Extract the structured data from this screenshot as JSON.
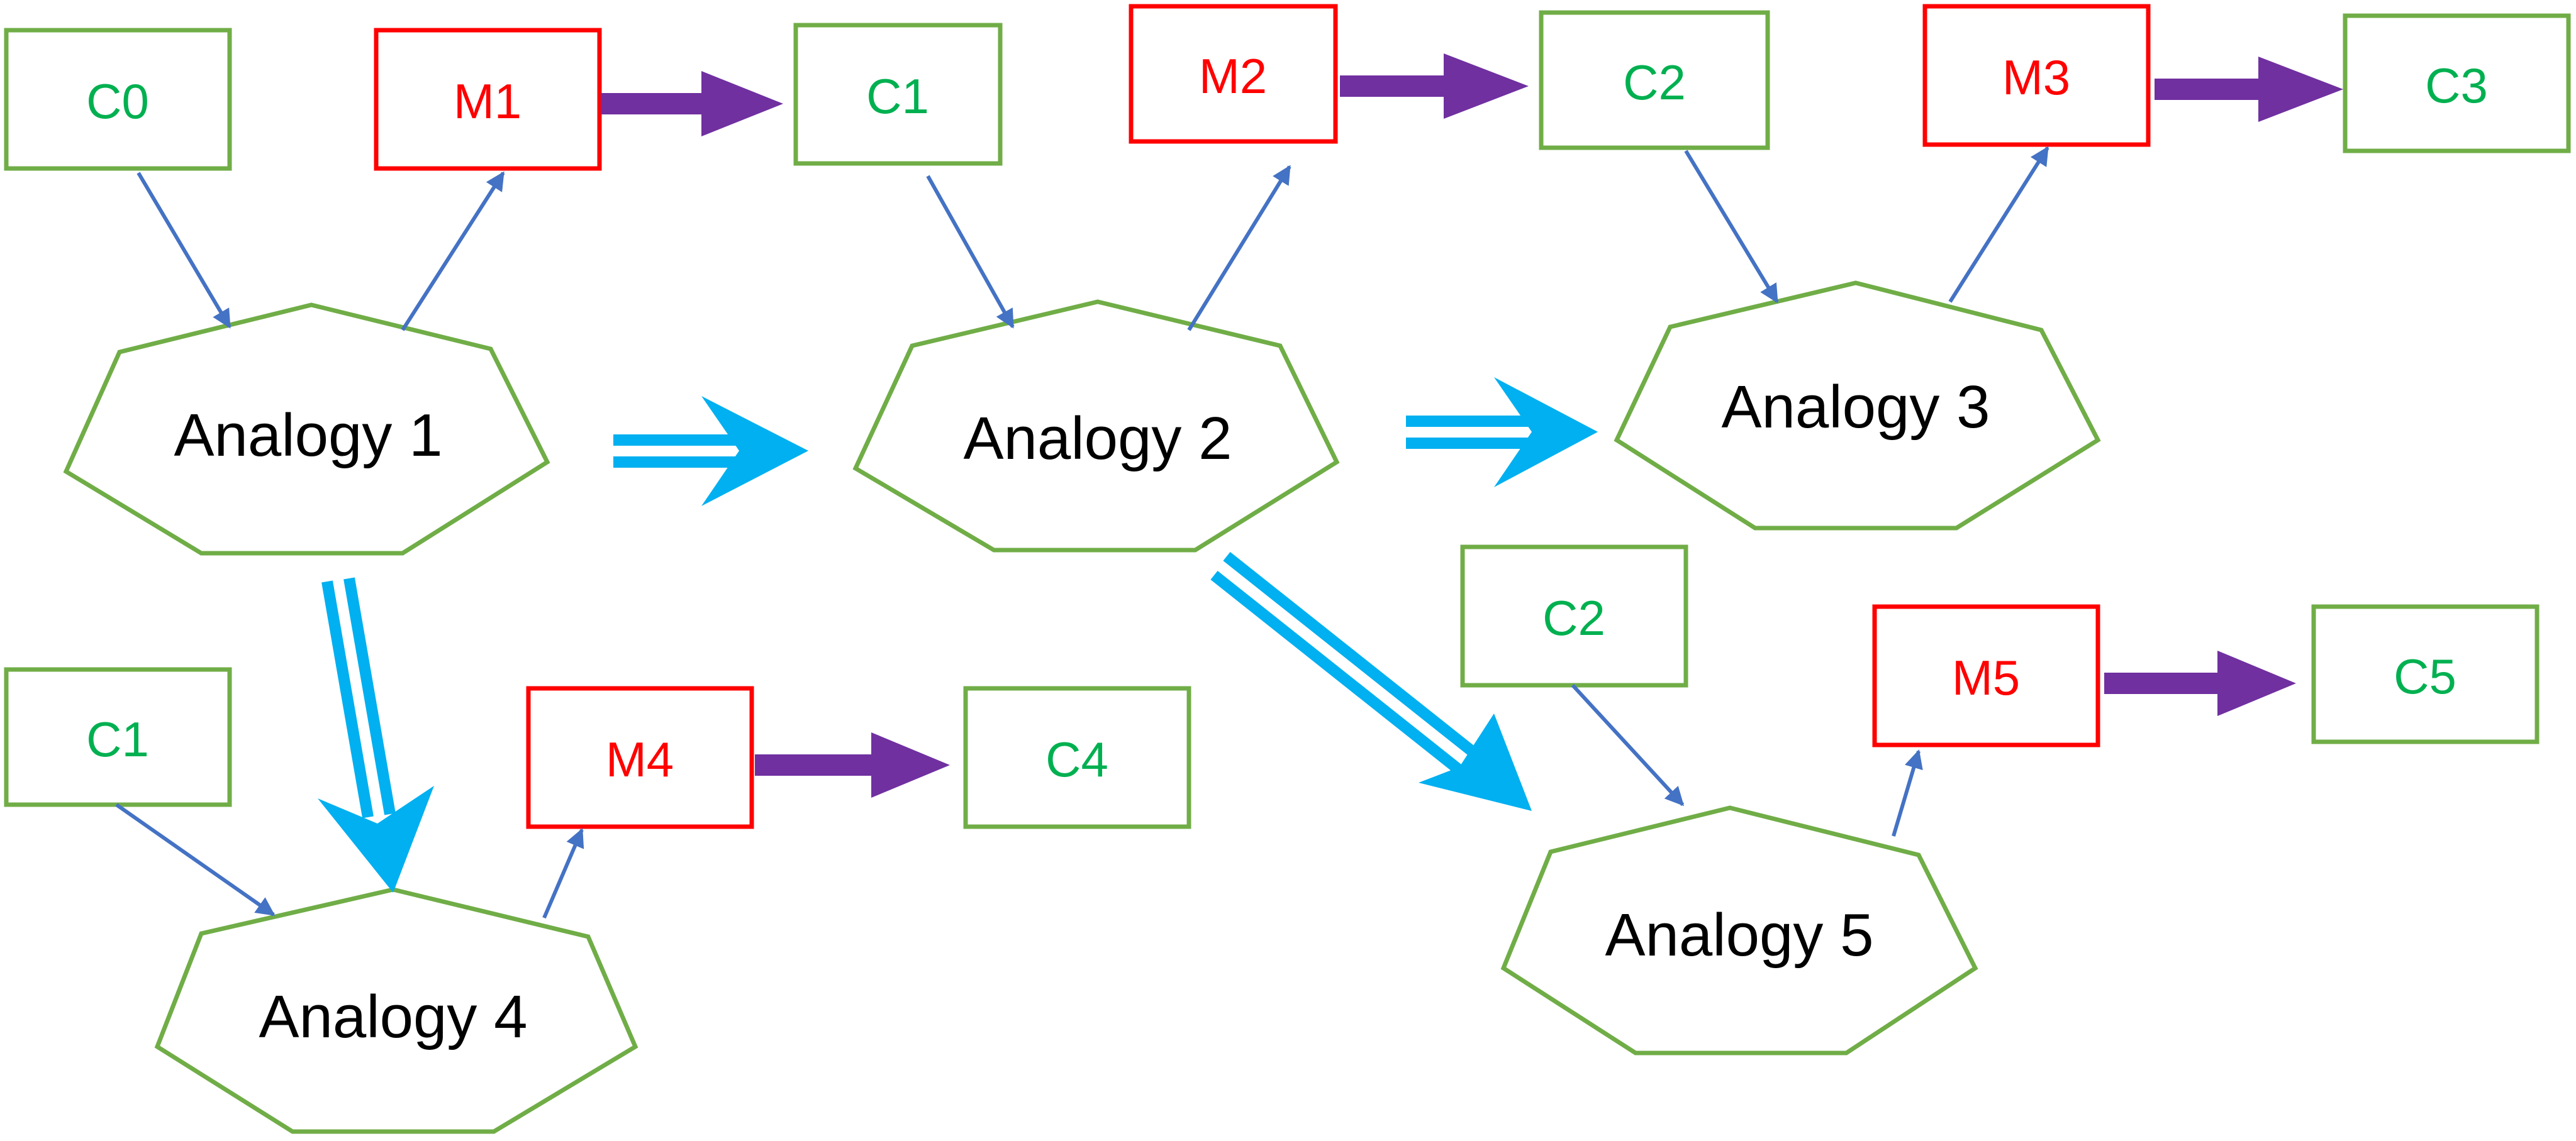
{
  "diagram": {
    "colors": {
      "c_box_stroke": "#70ad47",
      "c_box_text": "#00b050",
      "m_box_stroke": "#ff0000",
      "m_box_text": "#ff0000",
      "analogy_stroke": "#70ad47",
      "thin_arrow": "#4472c4",
      "bold_arrow": "#7030a0",
      "double_arrow": "#00b0f0"
    },
    "boxes": {
      "c0_top": "C0",
      "m1": "M1",
      "c1_top": "C1",
      "m2": "M2",
      "c2_top": "C2",
      "m3": "M3",
      "c3": "C3",
      "c1_bottom": "C1",
      "m4": "M4",
      "c4": "C4",
      "c2_middle": "C2",
      "m5": "M5",
      "c5": "C5"
    },
    "analogies": {
      "a1": "Analogy 1",
      "a2": "Analogy 2",
      "a3": "Analogy 3",
      "a4": "Analogy 4",
      "a5": "Analogy 5"
    }
  }
}
